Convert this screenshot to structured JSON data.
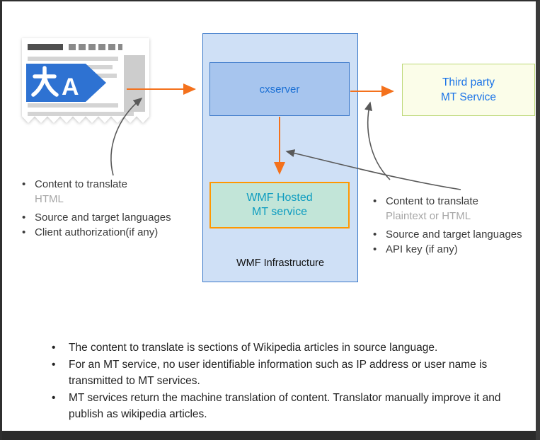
{
  "colors": {
    "arrow_orange": "#f4711c",
    "arrow_gray": "#595959",
    "infra_fill": "#cfe0f6",
    "infra_border": "#3a78c9",
    "cxserver_fill": "#a7c5ee",
    "cxserver_text": "#1a6fd4",
    "hosted_fill": "#c2e5d8",
    "hosted_border": "#ff9800",
    "hosted_text": "#0d9cc0",
    "third_fill": "#fbfde9",
    "third_border": "#bcd877",
    "third_text": "#1a73e8",
    "icon_blue": "#2e72d2"
  },
  "illustration": {
    "icon_name": "translate-icon",
    "icon_latin": "A"
  },
  "infrastructure": {
    "label": "WMF Infrastructure",
    "cxserver": "cxserver",
    "hosted_line1": "WMF Hosted",
    "hosted_line2": "MT service"
  },
  "third_party": {
    "line1": "Third party",
    "line2": "MT Service"
  },
  "left_notes": {
    "items": [
      {
        "text": "Content to translate"
      },
      {
        "text": "HTML"
      },
      {
        "text": "Source and target languages"
      },
      {
        "text": "Client authorization(if any)"
      }
    ]
  },
  "right_notes": {
    "items": [
      {
        "text": "Content to translate"
      },
      {
        "text": "Plaintext or HTML"
      },
      {
        "text": "Source and target languages"
      },
      {
        "text": "API key (if any)"
      }
    ]
  },
  "footnotes": {
    "items": [
      {
        "text": "The content to translate is sections of Wikipedia articles in source language."
      },
      {
        "text": "For an MT service, no user identifiable information such as IP address or user name is transmitted to MT services."
      },
      {
        "text": "MT services return the machine translation of content. Translator manually improve it and publish as wikipedia articles."
      }
    ]
  }
}
